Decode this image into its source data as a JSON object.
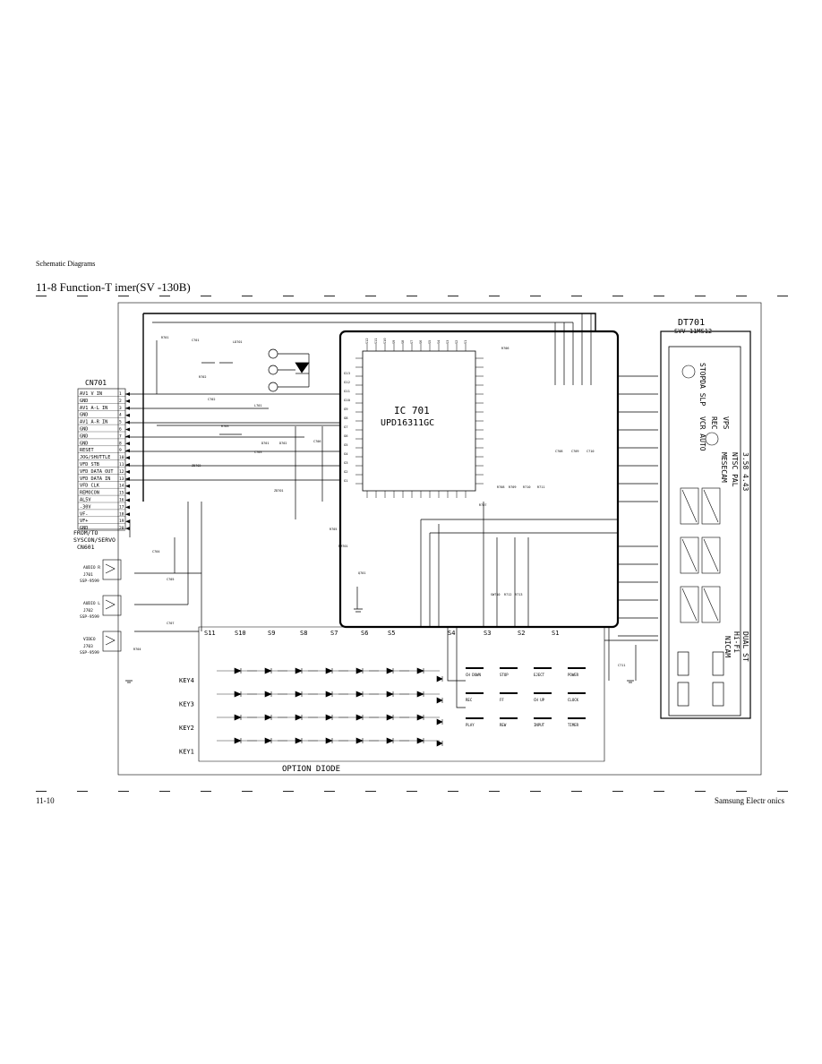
{
  "header": {
    "section": "Schematic Diagrams",
    "title": "11-8   Function-T   imer(SV -130B)"
  },
  "footer": {
    "page": "11-10",
    "company": "Samsung Electr   onics"
  },
  "connector": {
    "name": "CN701",
    "pins": [
      "AV1 V IN",
      "GND",
      "AV1 A-L IN",
      "GND",
      "AV1 A-R IN",
      "GND",
      "GND",
      "GND",
      "RESET",
      "JOG/SHUTTLE",
      "VFD STB",
      "VFD DATA OUT",
      "VFD DATA IN",
      "VFD CLK",
      "REMOCON",
      "AL5V",
      "-30V",
      "VF-",
      "VF+",
      "GND"
    ],
    "pin_numbers": [
      "1",
      "2",
      "3",
      "4",
      "5",
      "6",
      "7",
      "8",
      "9",
      "10",
      "11",
      "12",
      "13",
      "14",
      "15",
      "16",
      "17",
      "18",
      "19",
      "20"
    ],
    "from_to": "FROM/TO",
    "dest": "SYSCON/SERVO",
    "dest_conn": "CN601"
  },
  "ic": {
    "ref": "IC 701",
    "part": "UPD16311GC",
    "pins_top": [
      "S12",
      "S11",
      "S10",
      "S9",
      "S8",
      "S7",
      "S6",
      "S5",
      "S4",
      "S3",
      "S2",
      "S1"
    ],
    "pins_left": [
      "G13",
      "G12",
      "G11",
      "G10",
      "G9",
      "G8",
      "G7",
      "G6",
      "G5",
      "G4",
      "G3",
      "G2",
      "G1"
    ]
  },
  "display": {
    "ref": "DT701",
    "part": "SVV-11MS12",
    "legends": [
      "STOPDA SLP",
      "VCR AUTO",
      "REC",
      "VPS",
      "MESECAM",
      "NTSC PAL",
      "3.58 4.43",
      "Hi-Fi",
      "DUAL ST",
      "NICAM"
    ]
  },
  "jacks": [
    {
      "name": "AUDIO R",
      "ref": "J701",
      "part": "SSP-9599"
    },
    {
      "name": "AUDIO L",
      "ref": "J702",
      "part": "SSP-9599"
    },
    {
      "name": "VIDEO",
      "ref": "J703",
      "part": "SSP-9599"
    }
  ],
  "keys": [
    "KEY4",
    "KEY3",
    "KEY2",
    "KEY1"
  ],
  "strobes": [
    "S11",
    "S10",
    "S9",
    "S8",
    "S7",
    "S6",
    "S5",
    "S4",
    "S3",
    "S2",
    "S1"
  ],
  "switches": [
    "CH DOWN",
    "REC",
    "PLAY",
    "STOP",
    "FF",
    "REW",
    "EJECT",
    "CH UP",
    "INPUT",
    "POWER",
    "CLOCK",
    "TIMER"
  ],
  "option_label": "OPTION DIODE",
  "component_labels": [
    "R701",
    "R702",
    "R703",
    "R704",
    "R705",
    "R706",
    "R707",
    "C701",
    "C702",
    "C703",
    "C704",
    "C705",
    "C706",
    "C707",
    "C708",
    "C709",
    "C710",
    "C711",
    "L701",
    "D701",
    "D702",
    "ZD701",
    "ZD702",
    "Q701",
    "RM701",
    "LD701",
    "SW710",
    "R708",
    "R709",
    "R710",
    "R711",
    "R712",
    "R713"
  ],
  "colors": {
    "ink": "#000000",
    "background": "#ffffff"
  }
}
